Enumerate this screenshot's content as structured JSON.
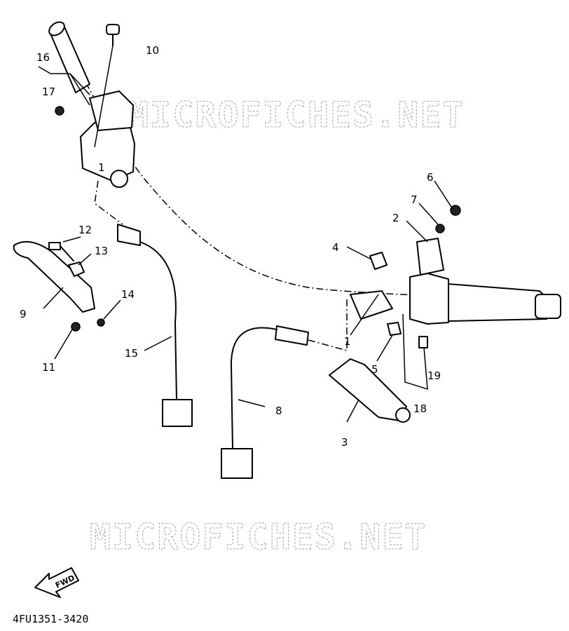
{
  "watermarks": [
    "MICROFICHES.NET",
    "MICROFICHES.NET"
  ],
  "drawing_code": "4FU1351-3420",
  "direction_arrow_label": "FWD",
  "callouts": {
    "c1a": "1",
    "c1b": "1",
    "c2": "2",
    "c3": "3",
    "c4": "4",
    "c5": "5",
    "c6": "6",
    "c7": "7",
    "c8": "8",
    "c9": "9",
    "c10": "10",
    "c11": "11",
    "c12": "12",
    "c13": "13",
    "c14": "14",
    "c15": "15",
    "c16": "16",
    "c17": "17",
    "c18": "18",
    "c19": "19"
  }
}
